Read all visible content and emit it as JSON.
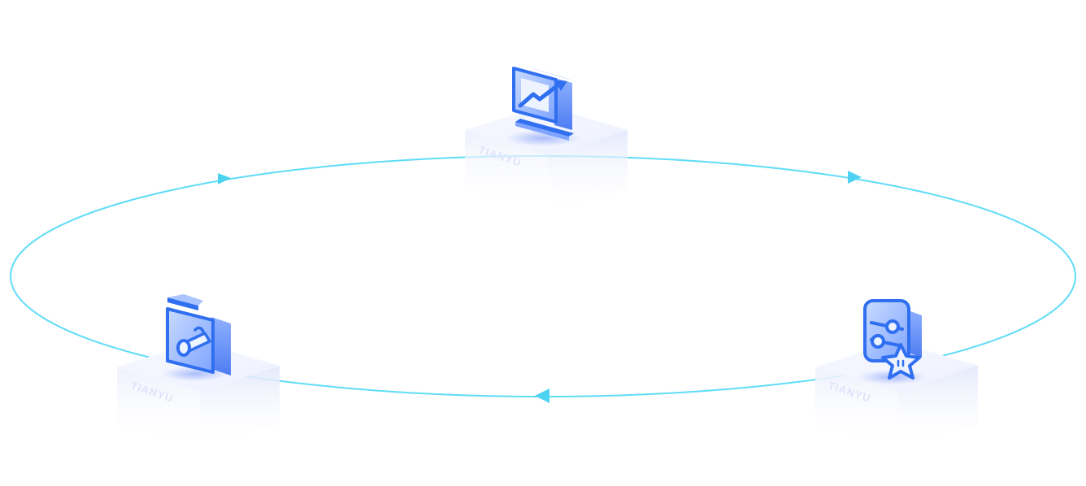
{
  "diagram": {
    "colors": {
      "cycle_line": "#5fdcf6",
      "arrow": "#4ed2f2",
      "icon_blue": "#2f6ff0",
      "icon_light": "#a9c4ff",
      "icon_mid": "#5b8cf7",
      "platform_top": "#f3f5ff",
      "platform_side": "#e9edfc"
    },
    "flow_direction": "clockwise",
    "nodes": [
      {
        "id": "top",
        "icon": "chart-monitor-icon",
        "platform_label": "TIANYU"
      },
      {
        "id": "right",
        "icon": "settings-star-icon",
        "platform_label": "TIANYU"
      },
      {
        "id": "left",
        "icon": "key-box-icon",
        "platform_label": "TIANYU"
      }
    ]
  }
}
